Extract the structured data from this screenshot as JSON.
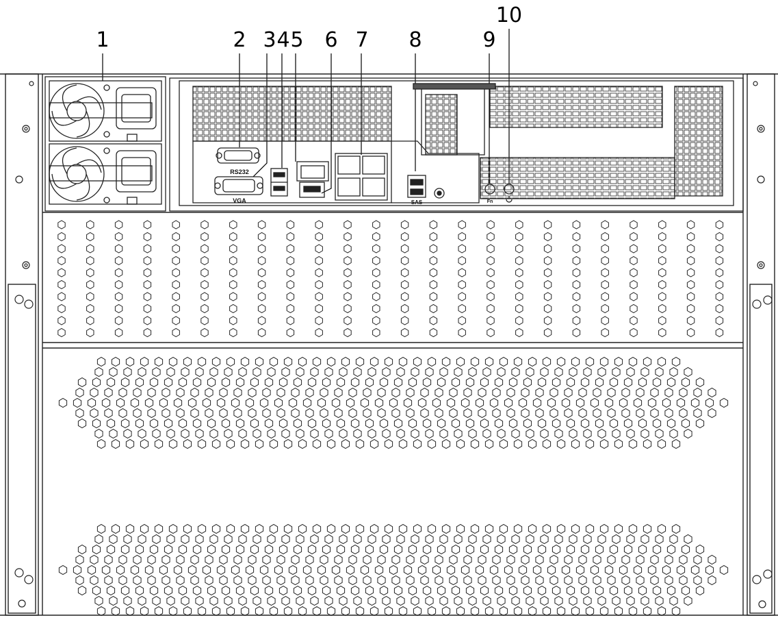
{
  "callouts": [
    "1",
    "2",
    "3",
    "4",
    "5",
    "6",
    "7",
    "8",
    "9",
    "10"
  ],
  "port_labels": {
    "rs232": "RS232",
    "vga": "VGA",
    "sas": "SAS",
    "fn": "Fn"
  }
}
